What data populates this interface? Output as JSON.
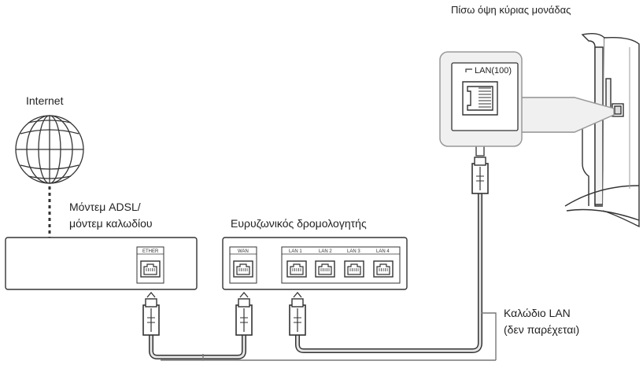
{
  "labels": {
    "internet": "Internet",
    "modem_line1": "Μόντεμ ADSL/",
    "modem_line2": "μόντεμ καλωδίου",
    "router": "Ευρυζωνικός δρομολογητής",
    "rear_view": "Πίσω όψη κύριας μονάδας",
    "lan_port": "LAN(100)",
    "cable_line1": "Καλώδιο LAN",
    "cable_line2": "(δεν παρέχεται)"
  },
  "modem_ports": [
    "ETHER"
  ],
  "router_ports": [
    "WAN",
    "LAN 1",
    "LAN 2",
    "LAN 3",
    "LAN 4"
  ],
  "colors": {
    "line": "#333333",
    "panel_border": "#777777",
    "inset_bg": "#f0f0f0",
    "inset_border": "#999999",
    "cable_fill": "#e6e6e6"
  }
}
